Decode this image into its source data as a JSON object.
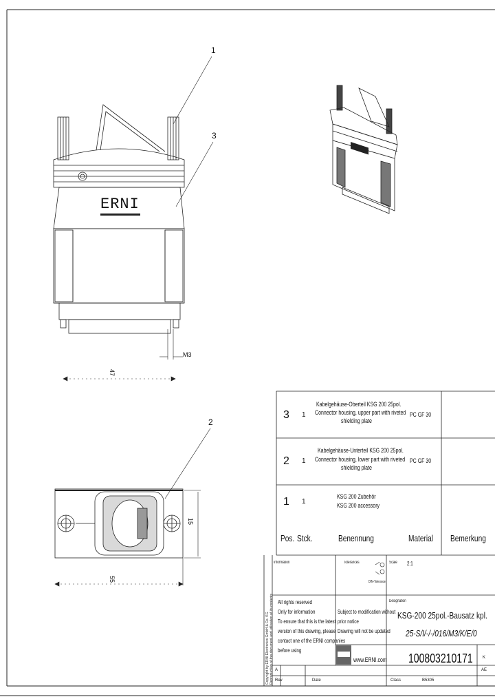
{
  "drawing": {
    "callouts": [
      "1",
      "2",
      "3"
    ],
    "brand": "ERNI",
    "dims": {
      "pitch": "M3",
      "width": "47",
      "length": "55",
      "height": "15"
    }
  },
  "bom": {
    "rows": [
      {
        "pos": "3",
        "qty": "1",
        "desc1": "Kabelgehäuse-Oberteil KSG 200 25pol.",
        "desc2": "Connector housing, upper part with riveted",
        "desc3": "shielding plate",
        "material": "PC GF 30"
      },
      {
        "pos": "2",
        "qty": "1",
        "desc1": "Kabelgehäuse-Unterteil KSG 200 25pol.",
        "desc2": "Connector housing, lower part with riveted",
        "desc3": "shielding plate",
        "material": "PC GF 30"
      },
      {
        "pos": "1",
        "qty": "1",
        "desc1": "KSG 200 Zubehör",
        "desc2": "KSG 200 accessory",
        "desc3": "",
        "material": ""
      }
    ],
    "header": {
      "pos": "Pos.",
      "qty": "Stck.",
      "desc": "Benennung",
      "material": "Material",
      "remark": "Bemerkung"
    }
  },
  "title_block": {
    "tolerances_label": "Tolerances",
    "scale_label": "Scale",
    "scale_value": "2:1",
    "projection_label": "DIN-Tolerance",
    "info_label": "Information",
    "rights": [
      "All rights reserved",
      "Only for information",
      "To ensure that this is the latest",
      "version of this drawing, please",
      "contact one of the ERNI companies",
      "before using"
    ],
    "notice": [
      "Subject to modification without",
      "prior notice",
      "Drawing will not be updated"
    ],
    "designation_label": "Designation",
    "title": "KSG-200 25pol.-Bausatz kpl.",
    "code": "25-S/I/-/-/016/M3/K/E/0",
    "website": "www.ERNI.com",
    "part_number": "100803210171",
    "row_labels": {
      "a": "A",
      "rev": "Rev",
      "date": "Date",
      "class": "Class",
      "class_value": "B5305"
    },
    "side_labels": {
      "k": "K",
      "ae": "AE"
    },
    "vertical_notes": [
      "Copyright by ERNI Electronics GmbH & Co. KG",
      "Reproduction of this document and utilisation of its contents"
    ]
  }
}
